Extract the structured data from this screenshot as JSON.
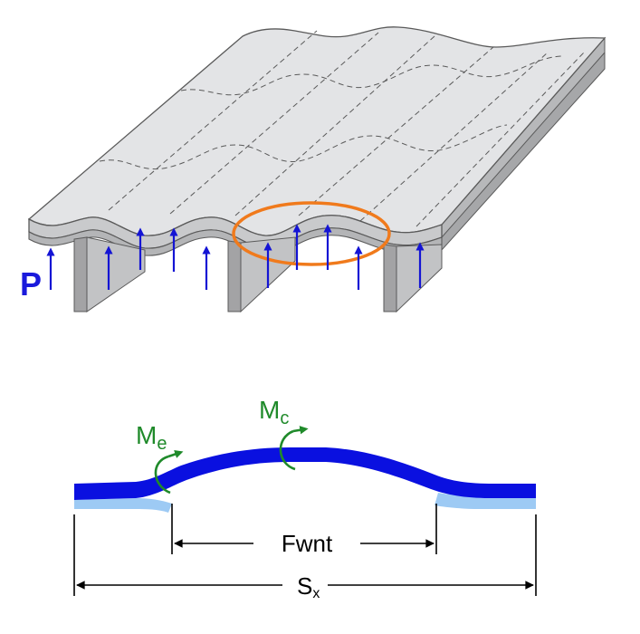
{
  "labels": {
    "load": "P",
    "moment_edge": "M",
    "moment_edge_sub": "e",
    "moment_center": "M",
    "moment_center_sub": "c",
    "flute_width": "Fwnt",
    "span": "S",
    "span_sub": "x"
  },
  "colors": {
    "panel_top": "#e3e4e6",
    "panel_edge": "#c9cacc",
    "panel_layer": "#b4b5b7",
    "outline": "#5a5a5a",
    "support": "#a3a3a5",
    "support_dark": "#7e7f81",
    "load_arrow": "#1414d4",
    "load_text": "#1a1adc",
    "highlight": "#f07a1c",
    "moment": "#1f8a2a",
    "profile_main": "#0a10e0",
    "profile_light": "#9dcaf4",
    "dimension": "#000000"
  }
}
